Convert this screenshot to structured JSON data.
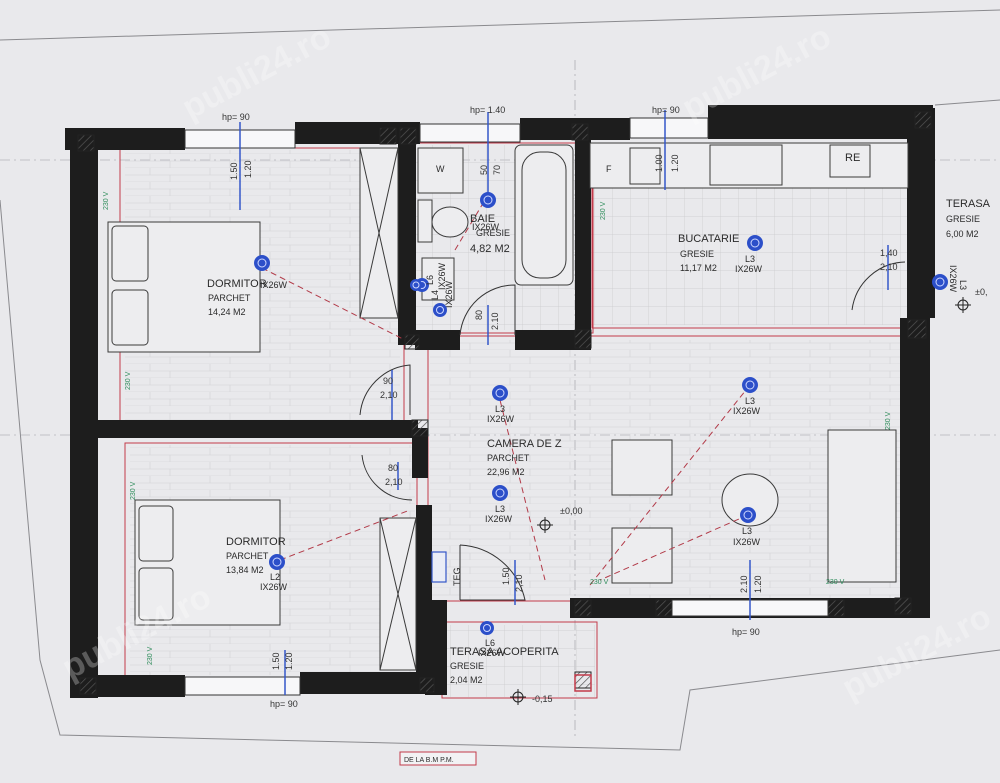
{
  "rooms": [
    {
      "name": "DORMITOR",
      "floor": "PARCHET",
      "area": "14,24 M2"
    },
    {
      "name": "DORMITOR",
      "floor": "PARCHET",
      "area": "13,84 M2"
    },
    {
      "name": "BAIE",
      "floor": "GRESIE",
      "area": "4,82 M2"
    },
    {
      "name": "BUCATARIE",
      "floor": "GRESIE",
      "area": "11,17 M2"
    },
    {
      "name": "CAMERA DE Z",
      "floor": "PARCHET",
      "area": "22,96 M2"
    },
    {
      "name": "TERASA ACOPERITA",
      "floor": "GRESIE",
      "area": "2,04 M2"
    },
    {
      "name": "TERASA",
      "floor": "GRESIE",
      "area": "6,00 M2"
    }
  ],
  "window_heights": [
    "hp= 90",
    "hp= 1.40",
    "hp= 90",
    "hp= 90",
    "hp= 90"
  ],
  "window_dims": {
    "bed1_top": [
      "1.50",
      "1.20"
    ],
    "bath": [
      "50",
      "70"
    ],
    "kitchen": [
      "1.00",
      "1.20"
    ],
    "living_bottom": [
      "2.10",
      "1.20"
    ],
    "bed2_bottom": [
      "1.50",
      "1.20"
    ]
  },
  "door_dims": {
    "bath_door": [
      "80",
      "2.10"
    ],
    "bed1_door": [
      "90",
      "2,10"
    ],
    "bed2_door": [
      "80",
      "2,10"
    ],
    "entry_door": [
      "1.50",
      "2,10"
    ],
    "terrace_door": [
      "1,40",
      "2,10"
    ]
  },
  "lights": [
    {
      "id": "L2",
      "spec": "IX26W"
    },
    {
      "id": "L1",
      "spec": "IX26W"
    },
    {
      "id": "L4",
      "spec": "IX26W"
    },
    {
      "id": "L3",
      "spec": "IX26W"
    },
    {
      "id": "L3",
      "spec": "IX26W"
    },
    {
      "id": "L3",
      "spec": "IX26W"
    },
    {
      "id": "L3",
      "spec": "IX26W"
    },
    {
      "id": "L3",
      "spec": "IX26W"
    },
    {
      "id": "L3",
      "spec": "IX26W"
    },
    {
      "id": "L2",
      "spec": "IX26W"
    },
    {
      "id": "L6",
      "spec": "IX26W"
    },
    {
      "id": "L6",
      "spec": "IX26W"
    }
  ],
  "sockets": "230 V",
  "fixtures": {
    "washer": "W",
    "fridge": "RE",
    "stove": "F",
    "boiler": "TEG"
  },
  "elevations": {
    "inside": "±0,00",
    "terrace": "-0,15",
    "outside": "±0,"
  },
  "footer": "DE LA B.M P.M.",
  "watermark": "publi24.ro",
  "colors": {
    "wall": "#1d1d1d",
    "bulb": "#2c4fc9",
    "redline": "#c23a4a",
    "blueline": "#3457c9",
    "paper": "#e9e9ec"
  }
}
